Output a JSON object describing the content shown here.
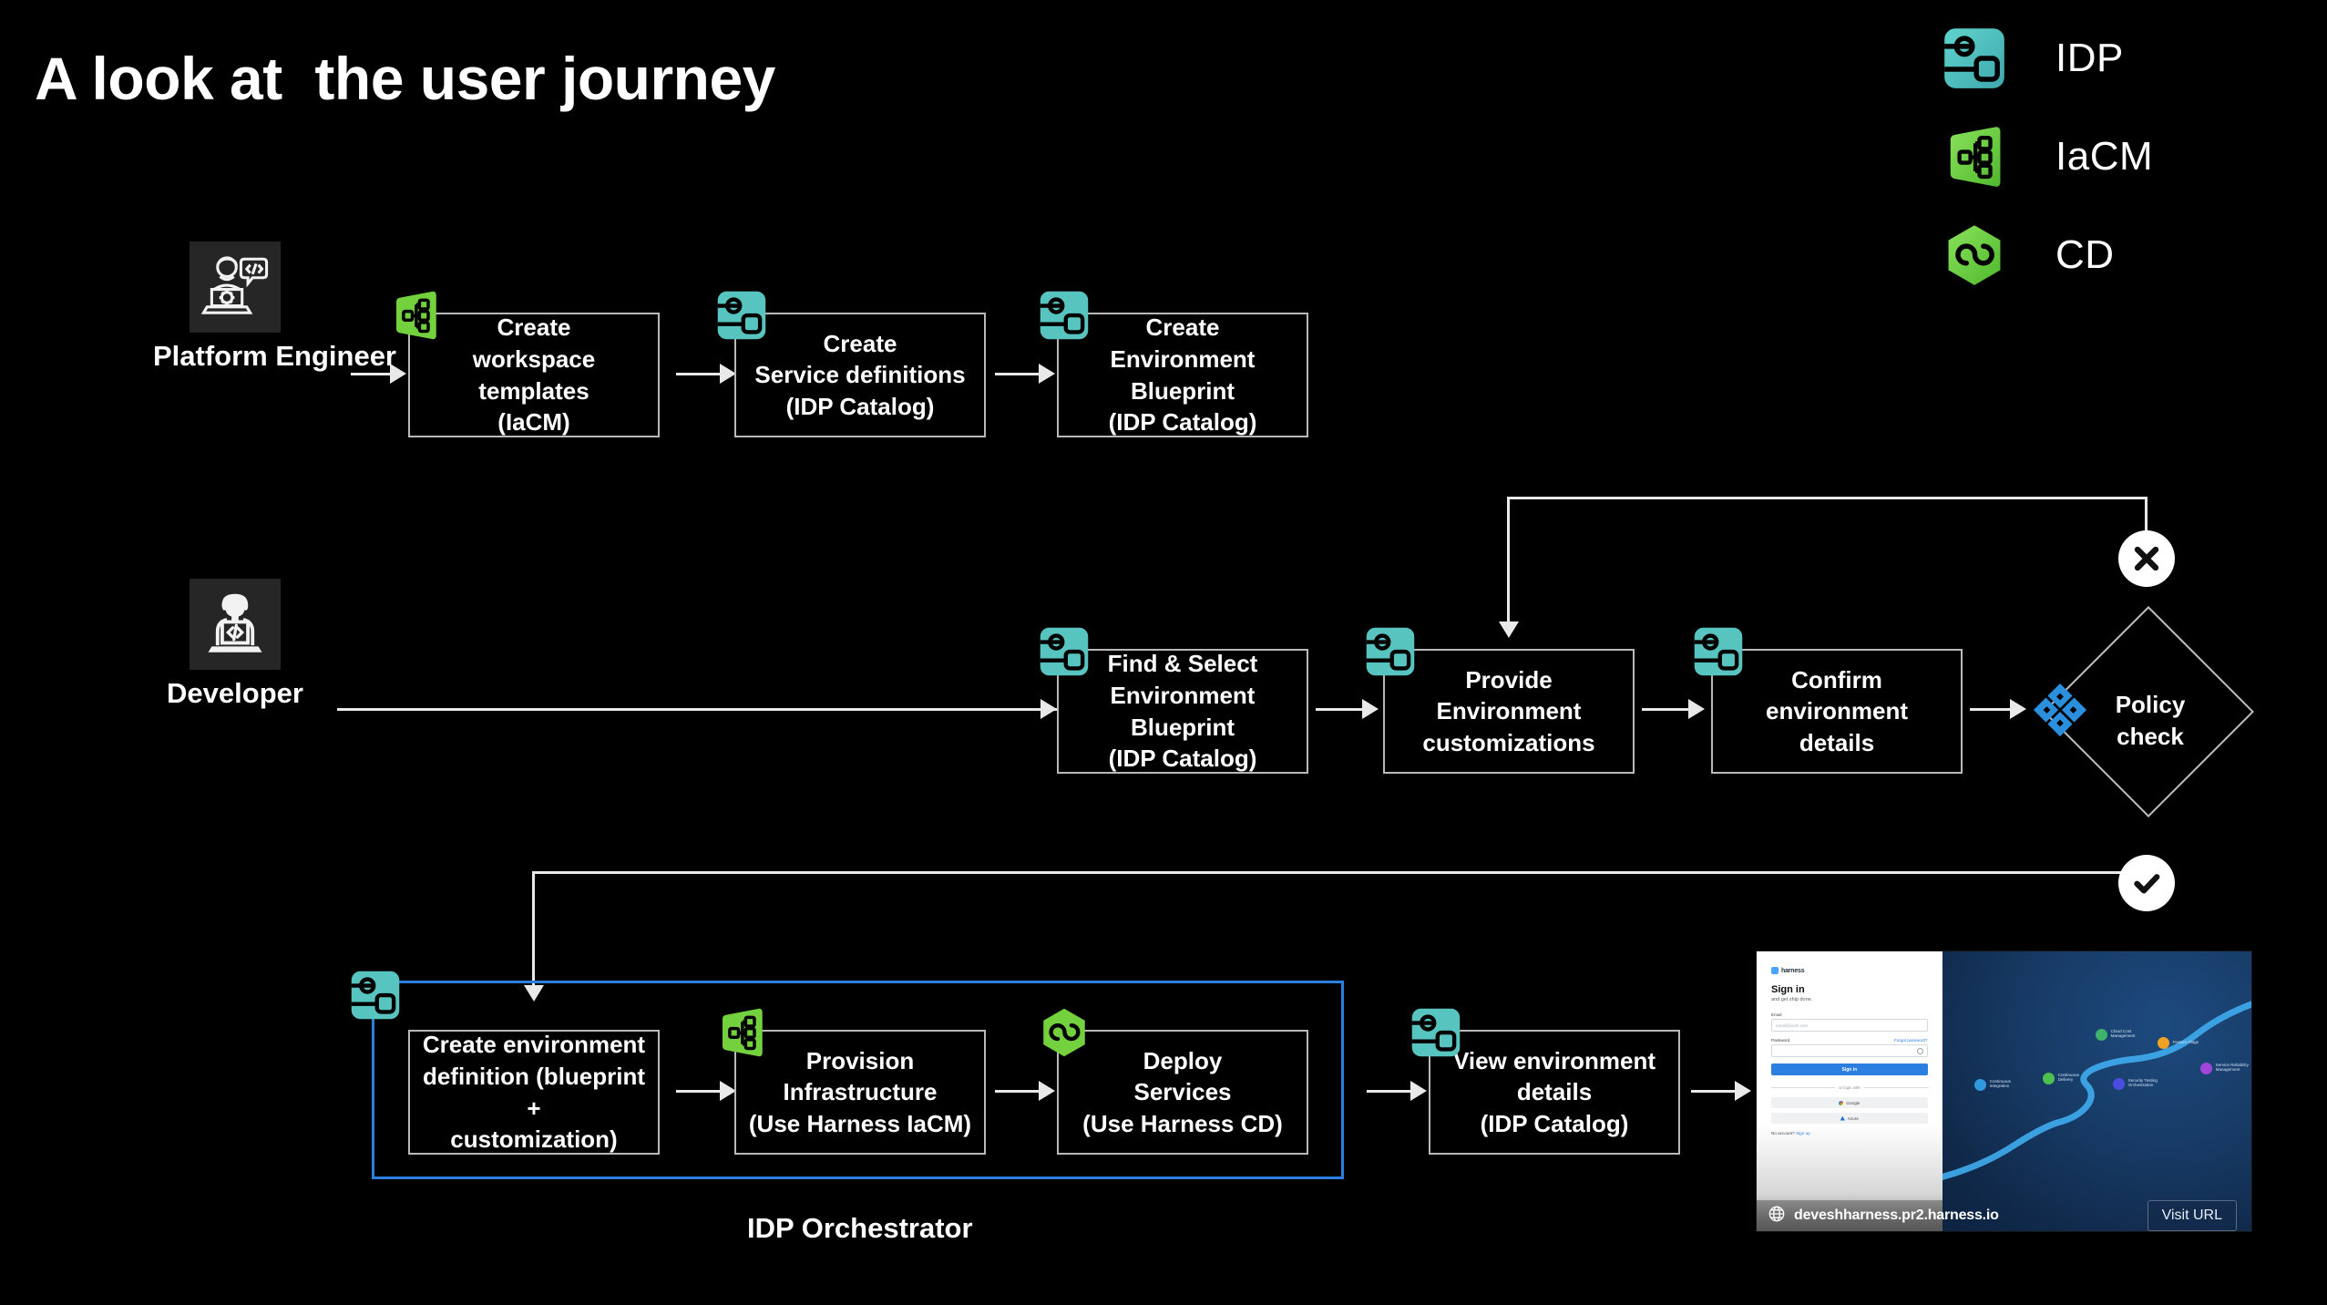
{
  "page": {
    "title": "A look at  the user journey",
    "background": "#000000"
  },
  "colors": {
    "idp_teal": "#58c4c0",
    "iacm_green": "#73d13d",
    "cd_green": "#73d13d",
    "policy_blue": "#2a8fdd",
    "orchestrator_border": "#2a7fe0",
    "box_border": "#b9b9b9",
    "connector": "#e9e9e9",
    "text": "#ffffff"
  },
  "legend": {
    "items": [
      {
        "label": "IDP",
        "icon": "idp-icon"
      },
      {
        "label": "IaCM",
        "icon": "iacm-icon"
      },
      {
        "label": "CD",
        "icon": "cd-icon"
      }
    ]
  },
  "lanes": [
    {
      "persona": {
        "label": "Platform Engineer",
        "icon": "platform-engineer-avatar-icon"
      },
      "steps": [
        {
          "text": "Create\nworkspace templates\n(IaCM)",
          "badge": "iacm-icon"
        },
        {
          "text": "Create\nService definitions\n(IDP Catalog)",
          "badge": "idp-icon"
        },
        {
          "text": "Create\nEnvironment Blueprint\n(IDP Catalog)",
          "badge": "idp-icon"
        }
      ]
    },
    {
      "persona": {
        "label": "Developer",
        "icon": "developer-avatar-icon"
      },
      "steps": [
        {
          "text": "Find & Select\nEnvironment Blueprint\n(IDP Catalog)",
          "badge": "idp-icon"
        },
        {
          "text": "Provide\nEnvironment\ncustomizations",
          "badge": "idp-icon"
        },
        {
          "text": "Confirm environment\ndetails",
          "badge": "idp-icon"
        }
      ],
      "decision": {
        "label": "Policy\ncheck",
        "icon": "policy-diamonds-icon",
        "fail_badge": "close-x-icon",
        "pass_badge": "check-circle-icon"
      }
    }
  ],
  "orchestrator": {
    "label": "IDP Orchestrator",
    "steps": [
      {
        "text": "Create environment\ndefinition (blueprint +\ncustomization)",
        "badge": "idp-icon"
      },
      {
        "text": "Provision\nInfrastructure\n(Use Harness IaCM)",
        "badge": "iacm-icon"
      },
      {
        "text": "Deploy\nServices\n(Use Harness CD)",
        "badge": "cd-icon"
      }
    ],
    "after_step": {
      "text": "View environment\ndetails\n(IDP Catalog)",
      "badge": "idp-icon"
    }
  },
  "thumbnail": {
    "signin": {
      "brand": "harness",
      "heading": "Sign in",
      "subheading": "and get ship done.",
      "email_label": "Email",
      "email_placeholder": "email@work.com",
      "password_label": "Password",
      "forgot_link": "Forgot password?",
      "submit_label": "Sign in",
      "divider_label": "or login with",
      "oauth": [
        "Google",
        "Azure"
      ],
      "footer_text": "No account?",
      "footer_link": "Sign up"
    },
    "hero": {
      "nodes": [
        {
          "label": "Continuous\nIntegration",
          "color": "#2f9ae0"
        },
        {
          "label": "Continuous\nDelivery",
          "color": "#4ec04e"
        },
        {
          "label": "Cloud Cost\nManagement",
          "color": "#3fb36b"
        },
        {
          "label": "Feature Flags",
          "color": "#f0a323"
        },
        {
          "label": "Security Testing\nOrchestration",
          "color": "#4b4ce0"
        },
        {
          "label": "Service Reliability\nManagement",
          "color": "#a146d9"
        }
      ]
    },
    "url": "deveshharness.pr2.harness.io",
    "visit_button": "Visit URL",
    "globe_icon": "globe-icon"
  }
}
